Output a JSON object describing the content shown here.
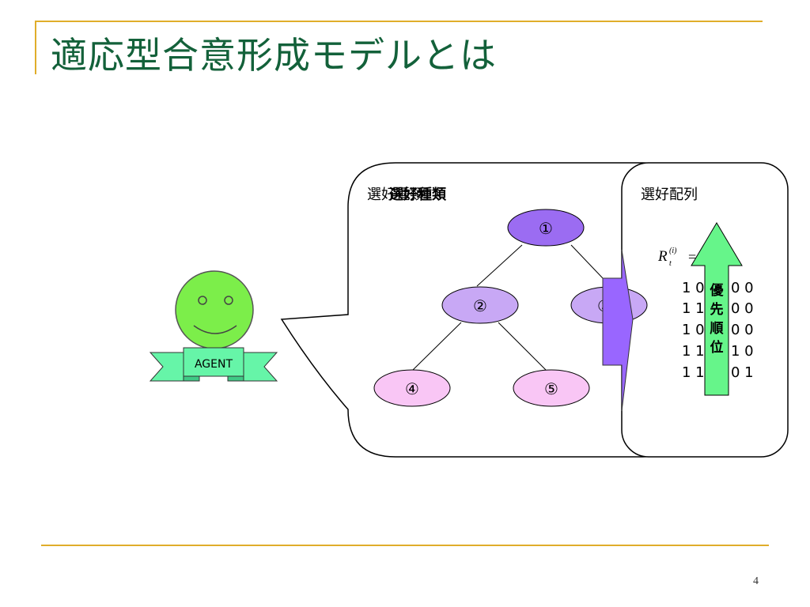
{
  "slide": {
    "title": "適応型合意形成モデルとは",
    "page_number": "4"
  },
  "agent": {
    "label": "AGENT",
    "face_color": "#7cee4a",
    "ribbon_color": "#66f5a8"
  },
  "tree_panel": {
    "label_primary": "選好種類",
    "label_overlap": "選好種類",
    "nodes": [
      {
        "id": "n1",
        "label": "①",
        "color": "#9b6cf2"
      },
      {
        "id": "n2",
        "label": "②",
        "color": "#c8a8f5"
      },
      {
        "id": "n3",
        "label": "③",
        "color": "#c8a8f5"
      },
      {
        "id": "n4",
        "label": "④",
        "color": "#f9c6f5"
      },
      {
        "id": "n5",
        "label": "⑤",
        "color": "#f9c6f5"
      }
    ]
  },
  "matrix_panel": {
    "label": "選好配列",
    "formula_base": "R",
    "formula_super": "(i)",
    "formula_sub": "t",
    "formula_eq": "=",
    "rows": [
      {
        "left": "1 0",
        "right": "0 0"
      },
      {
        "left": "1 1",
        "right": "0 0"
      },
      {
        "left": "1 0",
        "right": "0 0"
      },
      {
        "left": "1 1",
        "right": "1 0"
      },
      {
        "left": "1 1",
        "right": "0 1"
      }
    ],
    "priority_chars": [
      "優",
      "先",
      "順",
      "位"
    ],
    "priority_color": "#66f58a",
    "transfer_arrow_color": "#9966ff"
  }
}
